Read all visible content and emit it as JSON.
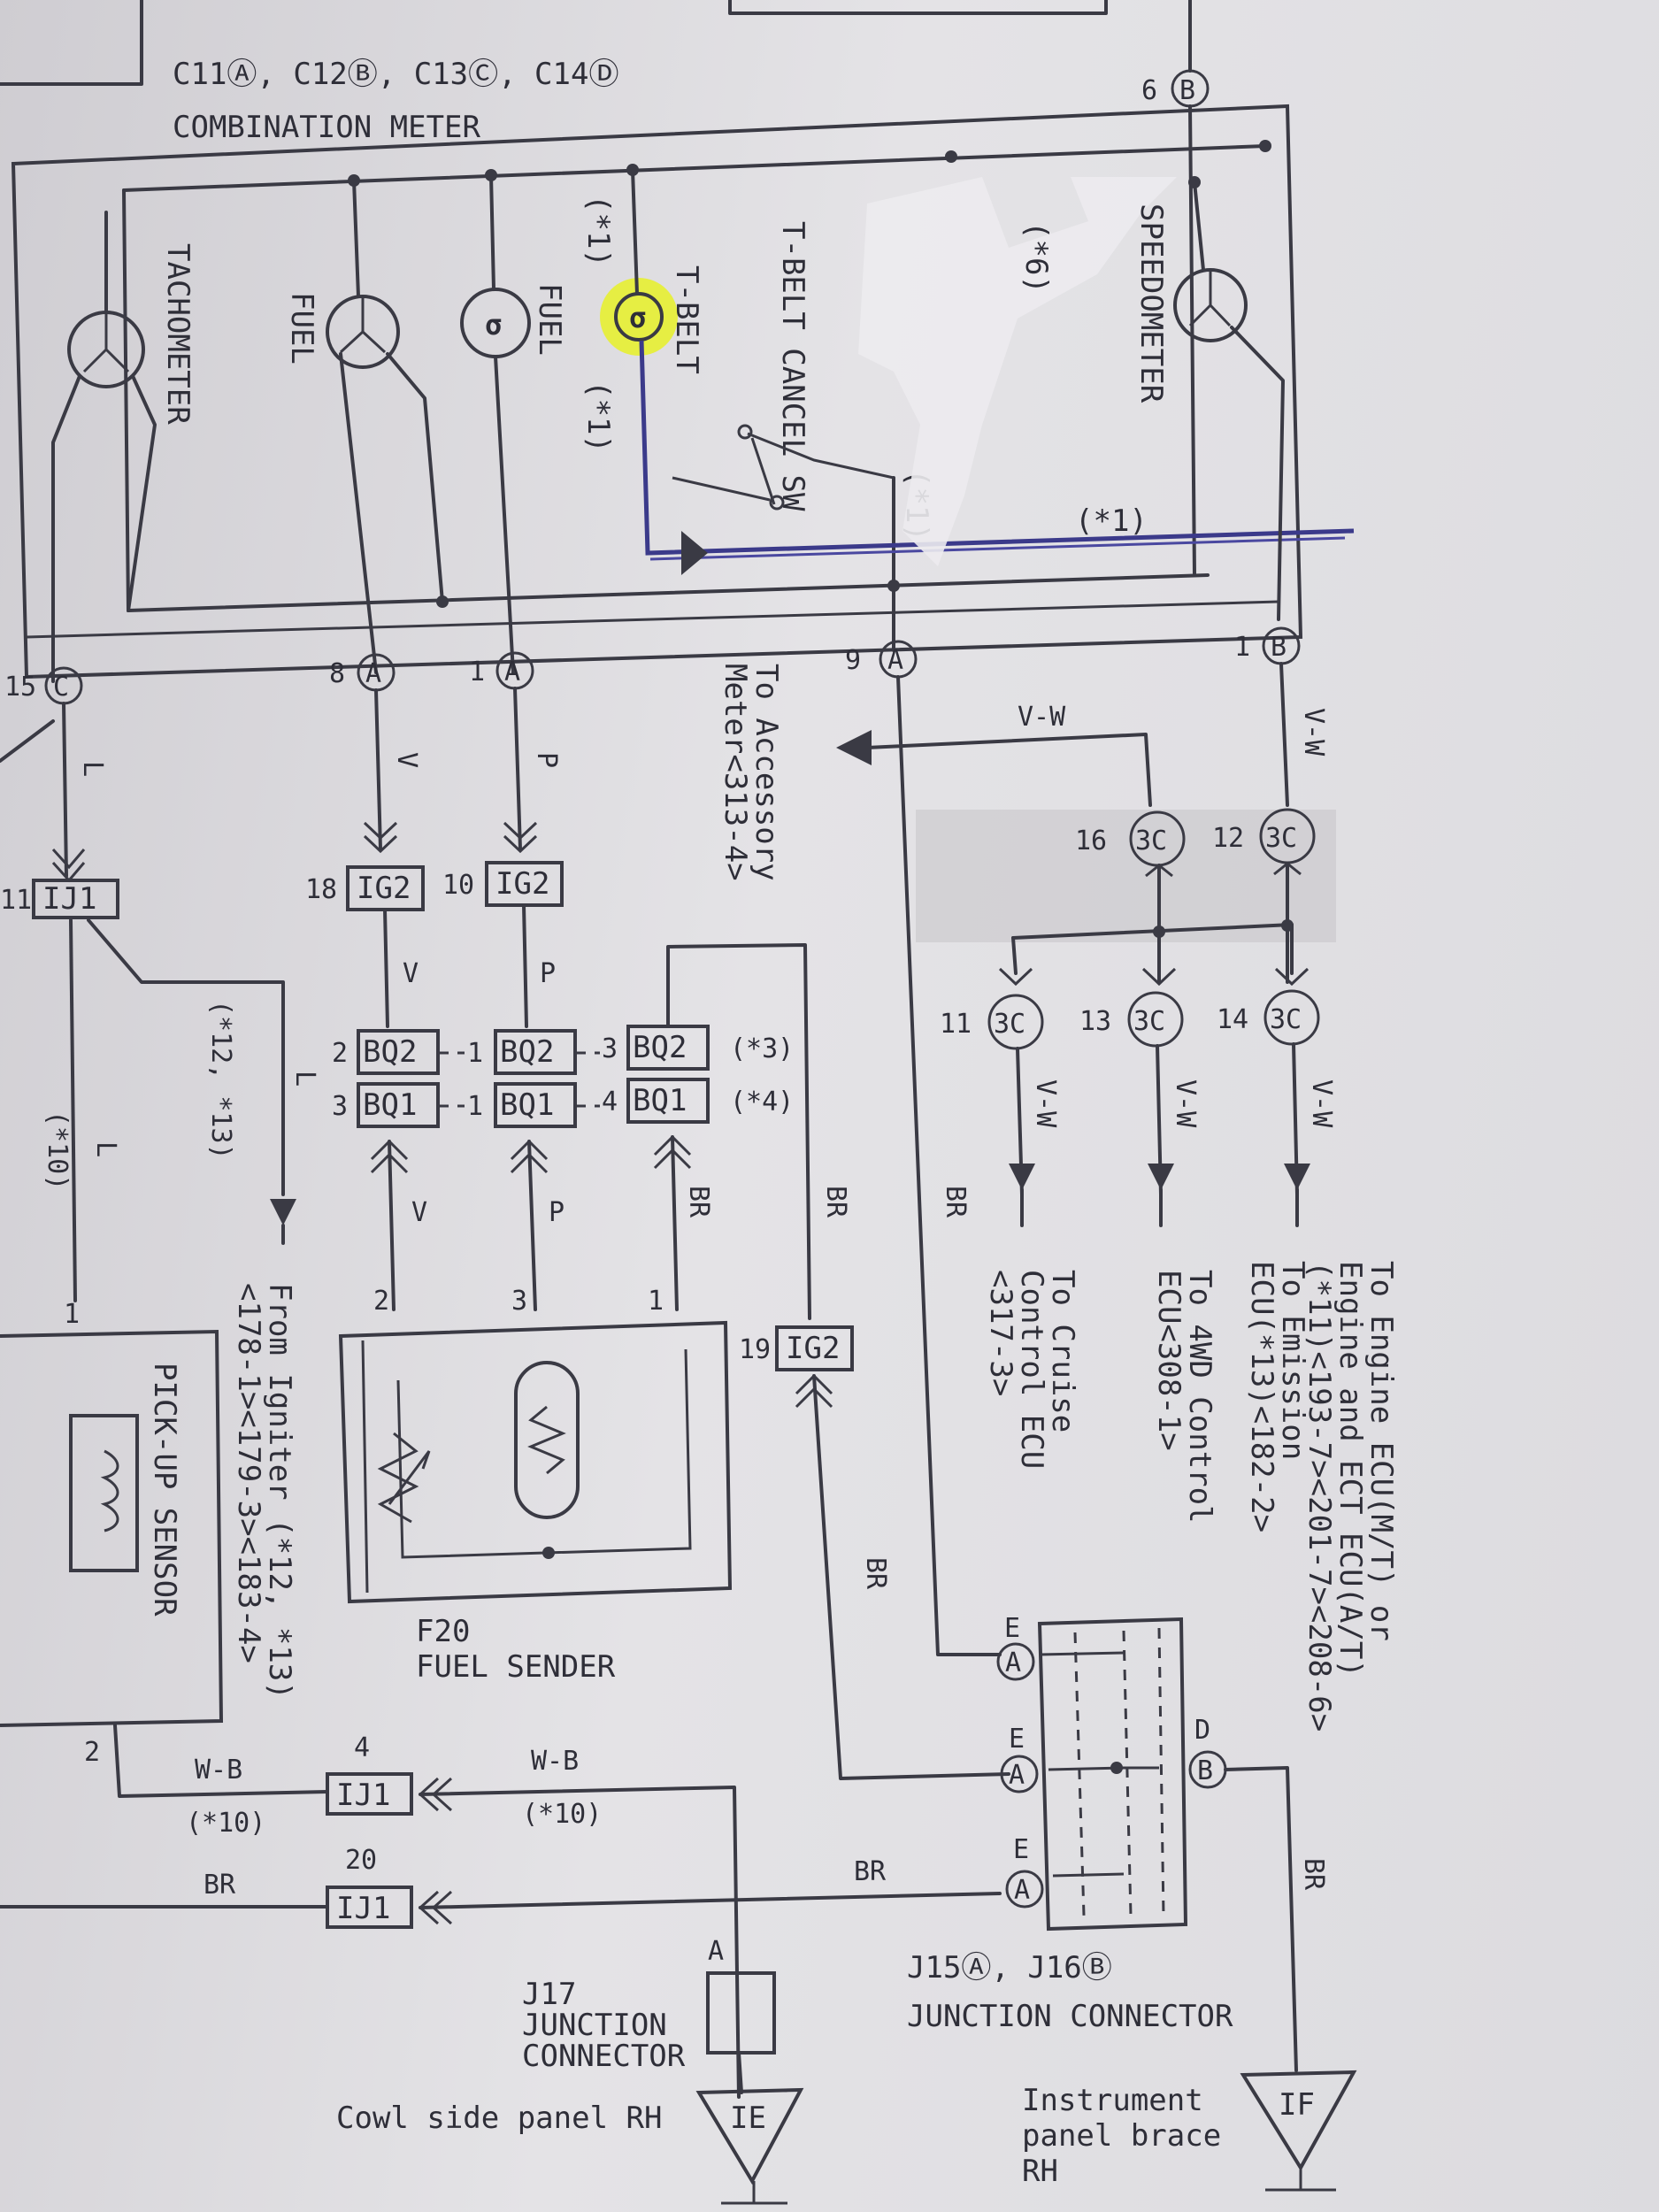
{
  "header": {
    "part_codes": "C11Ⓐ, C12Ⓑ, C13Ⓒ, C14Ⓓ",
    "title": "COMBINATION METER"
  },
  "meter": {
    "tachometer": "TACHOMETER",
    "fuel_gauge": "FUEL",
    "fuel_warning": "FUEL",
    "tbelt_lamp": "T-BELT",
    "tbelt_cancel_sw": "T-BELT CANCEL SW",
    "speedometer": "SPEEDOMETER",
    "note1": "(*1)",
    "note1b": "(*1)",
    "note1c": "(*1)",
    "note1d": "(*1)",
    "note6": "(*6)"
  },
  "pins": {
    "p15c": "15",
    "p8a": "8",
    "p1a": "1",
    "p9a": "9",
    "p1b": "1",
    "p6b": "6",
    "letter_a": "A",
    "letter_b": "B",
    "letter_c": "C"
  },
  "wires": {
    "L": "L",
    "V": "V",
    "P": "P",
    "VW": "V-W",
    "BR": "BR",
    "WB": "W-B"
  },
  "connectors": {
    "ij1": "IJ1",
    "ig2": "IG2",
    "bq2": "BQ2",
    "bq1": "BQ1",
    "c3": "3C",
    "n11": "11",
    "n18": "18",
    "n10": "10",
    "n2": "2",
    "n3": "3",
    "n1": "1",
    "n4": "4",
    "n3b": "3",
    "n19": "19",
    "n16": "16",
    "n12": "12",
    "n11b": "11",
    "n13": "13",
    "n14": "14",
    "n4b": "4",
    "n20": "20",
    "note3": "(*3)",
    "note4": "(*4)",
    "note12": "(*12, *13)",
    "note10": "(*10)"
  },
  "labels": {
    "accessory": "To Accessory",
    "accessory2": "Meter<313-4>",
    "igniter1": "From Igniter (*12, *13)",
    "igniter2": "<178-1><179-3><183-4>",
    "pickup": "PICK-UP SENSOR",
    "fuel_sender_code": "F20",
    "fuel_sender": "FUEL SENDER",
    "cruise1": "To Cruise",
    "cruise2": "Control ECU",
    "cruise3": "<317-3>",
    "fwd1": "To 4WD Control",
    "fwd2": "ECU<308-1>",
    "eng1": "To Engine ECU(M/T) or",
    "eng2": "Engine and ECT ECU(A/T)",
    "eng3": "(*11)<193-7><201-7><208-6>",
    "eng4": "To Emission",
    "eng5": "ECU(*13)<182-2>",
    "j17a": "J17",
    "j17b": "JUNCTION",
    "j17c": "CONNECTOR",
    "j15": "J15Ⓐ, J16Ⓑ",
    "jc": "JUNCTION CONNECTOR",
    "ground_ie": "IE",
    "ground_if": "IF",
    "cowl": "Cowl side panel RH",
    "inst1": "Instrument",
    "inst2": "panel brace",
    "inst3": "RH",
    "ja": "A",
    "jb": "B",
    "jd": "D",
    "je": "E",
    "jpin_a": "A",
    "jpin_b": "B"
  }
}
